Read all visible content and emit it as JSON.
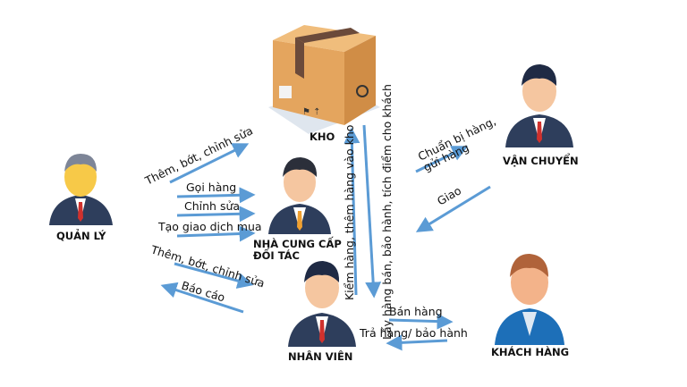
{
  "nodes": {
    "kho": "KHO",
    "quan_ly": "QUẢN LÝ",
    "nha_cung_cap_line1": "NHÀ CUNG CẤP",
    "nha_cung_cap_line2": "ĐỐI TÁC",
    "van_chuyen": "VẬN CHUYỂN",
    "nhan_vien": "NHÂN VIÊN",
    "khach_hang": "KHÁCH HÀNG"
  },
  "edges": {
    "quanly_to_kho": "Thêm, bớt, chỉnh sửa",
    "goi_hang": "Gọi hàng",
    "chinh_sua": "Chỉnh sửa",
    "tao_giao_dich": "Tạo giao dịch mua",
    "quanly_to_nhanvien": "Thêm, bớt, chỉnh sửa",
    "bao_cao": "Báo cáo",
    "kho_to_vanchuyen_line1": "Chuẩn bị hàng,",
    "kho_to_vanchuyen_line2": "gửi hàng",
    "giao": "Giao",
    "kiem_hang": "Kiểm hàng, thêm hàng vào kho",
    "lay_hang": "Lấy hàng bán, bảo hành, tích điểm cho khách",
    "ban_hang": "Bán hàng",
    "tra_hang": "Trả hàng/ bảo hành"
  },
  "colors": {
    "arrow": "#5b9bd5",
    "suit": "#2e3e5c",
    "skin": "#f5c6a0",
    "box": "#e0a35d"
  },
  "icons": [
    "box-icon",
    "manager-icon",
    "supplier-icon",
    "shipper-icon",
    "employee-icon",
    "customer-icon"
  ]
}
